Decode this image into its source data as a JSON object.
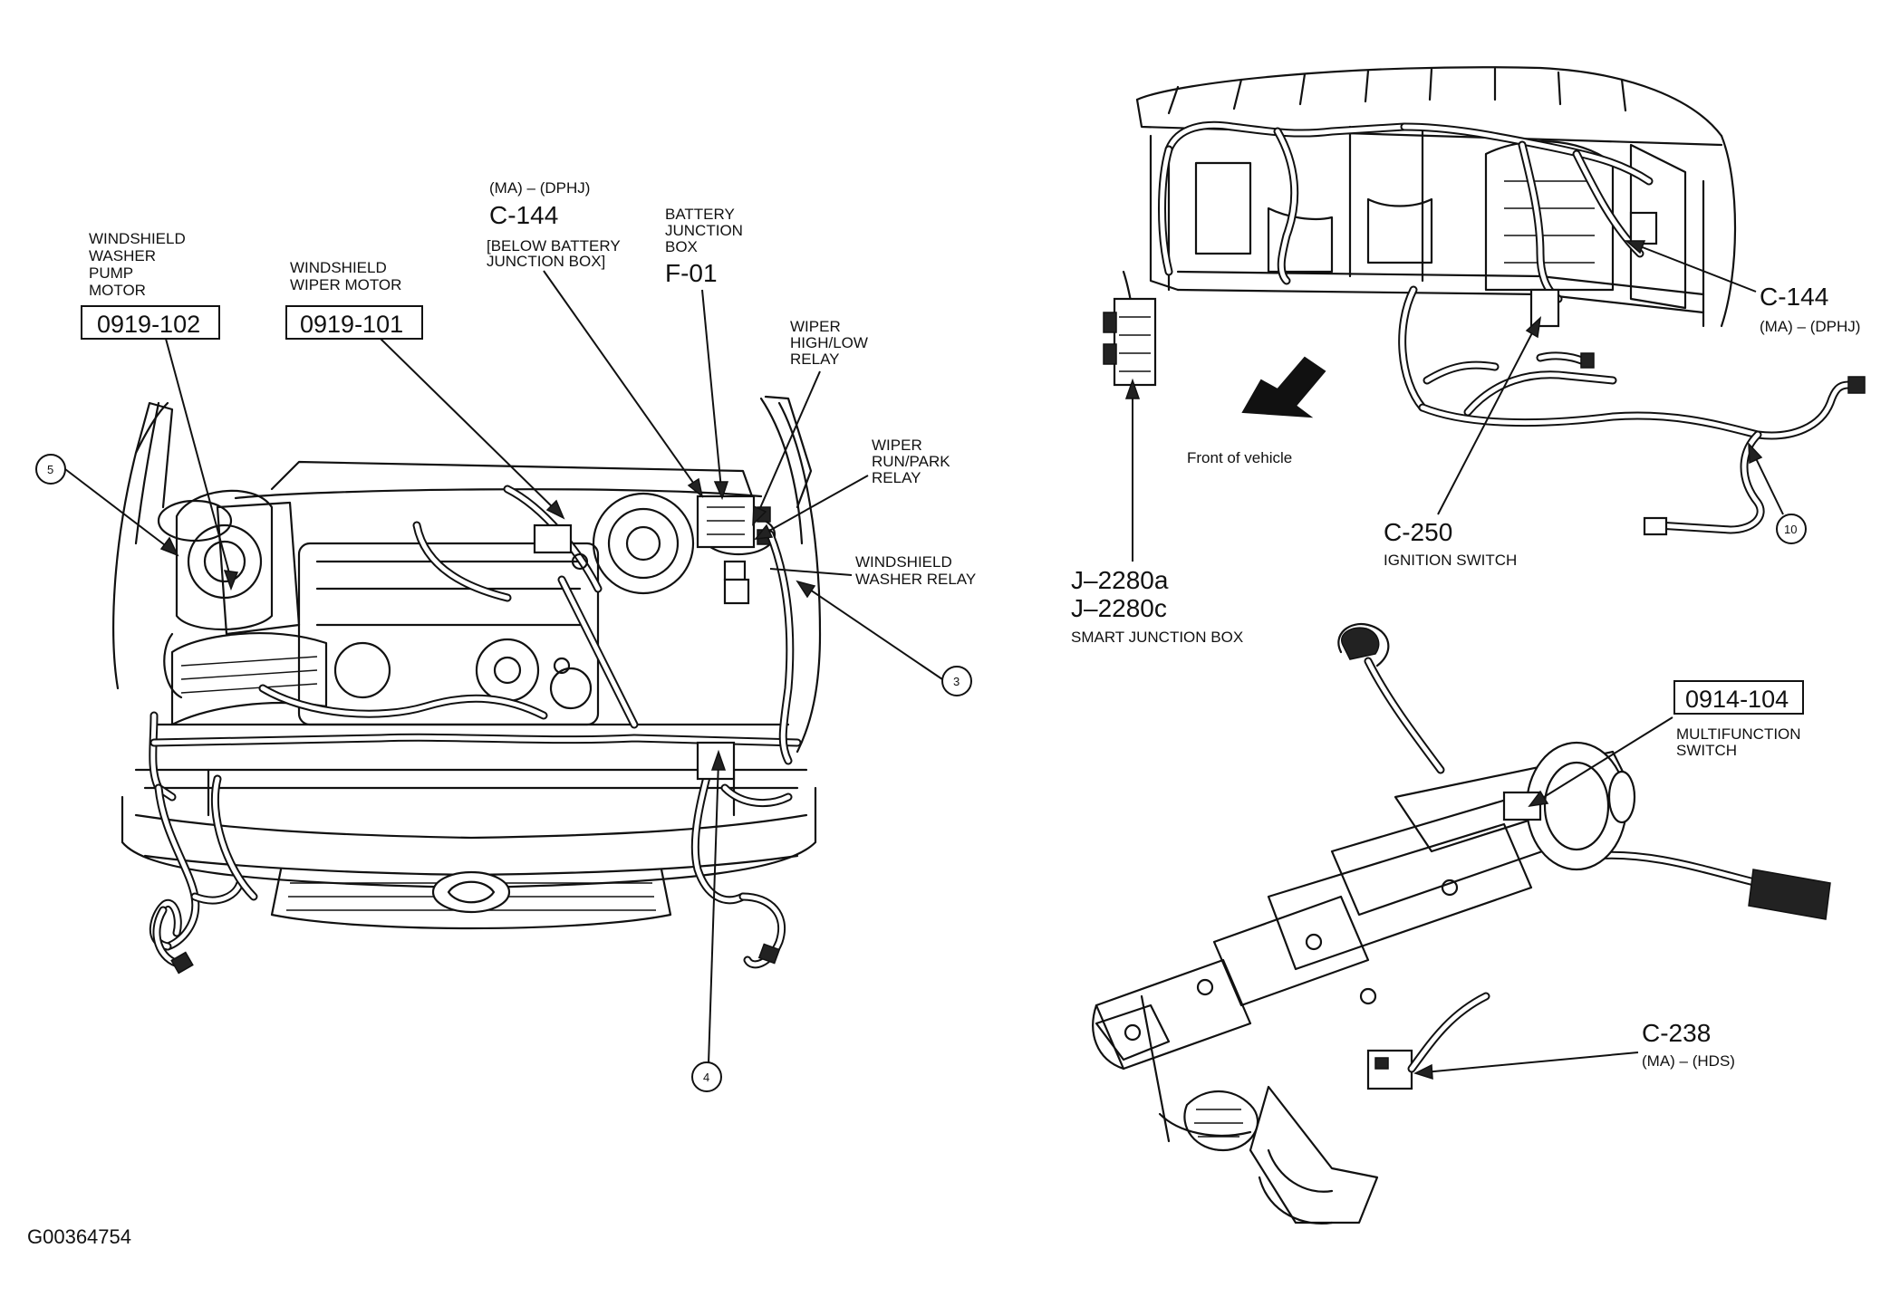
{
  "figure_id": "G00364754",
  "engine_bay": {
    "washer_pump": {
      "lines": [
        "WINDSHIELD",
        "WASHER",
        "PUMP",
        "MOTOR"
      ],
      "code": "0919-102"
    },
    "wiper_motor": {
      "lines": [
        "WINDSHIELD",
        "WIPER MOTOR"
      ],
      "code": "0919-101"
    },
    "c144_top": {
      "variant": "(MA) – (DPHJ)",
      "id": "C-144",
      "note": [
        "[BELOW BATTERY",
        "JUNCTION BOX]"
      ]
    },
    "battery_jb": {
      "lines": [
        "BATTERY",
        "JUNCTION",
        "BOX"
      ],
      "id": "F-01"
    },
    "wiper_high_low": {
      "lines": [
        "WIPER",
        "HIGH/LOW",
        "RELAY"
      ]
    },
    "wiper_run_park": {
      "lines": [
        "WIPER",
        "RUN/PARK",
        "RELAY"
      ]
    },
    "washer_relay": {
      "lines": [
        "WINDSHIELD",
        "WASHER RELAY"
      ]
    },
    "callouts": [
      "5",
      "3",
      "4"
    ]
  },
  "dash_view": {
    "c144_right": {
      "id": "C-144",
      "variant": "(MA) – (DPHJ)"
    },
    "front_label": "Front of vehicle",
    "c250": {
      "id": "C-250",
      "desc": "IGNITION SWITCH"
    },
    "sjb": {
      "ids": [
        "J–2280a",
        "J–2280c"
      ],
      "desc": "SMART JUNCTION BOX"
    },
    "callout_10": "10"
  },
  "column_view": {
    "mfs": {
      "code": "0914-104",
      "lines": [
        "MULTIFUNCTION",
        "SWITCH"
      ]
    },
    "c238": {
      "id": "C-238",
      "variant": "(MA) – (HDS)"
    }
  }
}
